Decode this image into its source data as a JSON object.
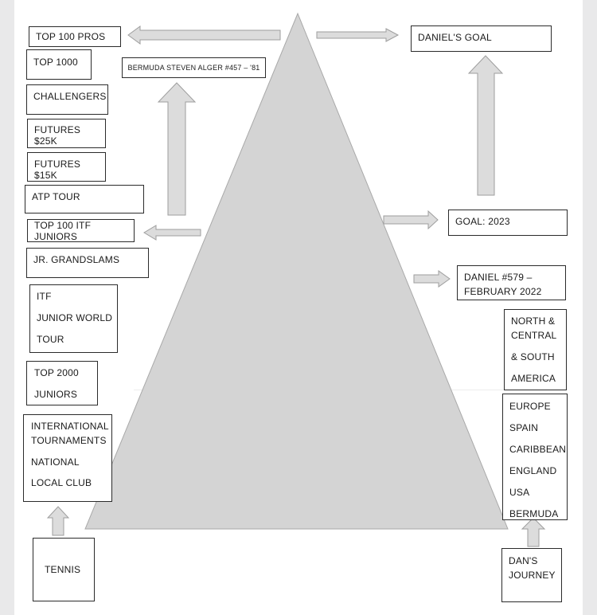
{
  "left_column": {
    "top100pros": "TOP 100 PROS",
    "top1000": "TOP 1000",
    "challengers": "CHALLENGERS",
    "futures25k": "FUTURES $25K",
    "futures15k": "FUTURES $15K",
    "atp_tour": "ATP TOUR",
    "top100_itf_juniors": "TOP 100 ITF JUNIORS",
    "jr_grandslams": "JR. GRANDSLAMS",
    "itf_junior_world_tour": [
      "ITF",
      "JUNIOR WORLD",
      "TOUR"
    ],
    "top2000_juniors": [
      "TOP 2000",
      "JUNIORS"
    ],
    "tournaments": [
      "INTERNATIONAL",
      "TOURNAMENTS",
      "NATIONAL",
      "LOCAL CLUB"
    ],
    "tennis": "TENNIS"
  },
  "center": {
    "bermuda_label": "BERMUDA  STEVEN ALGER #457 – '81"
  },
  "right_column": {
    "daniels_goal": "DANIEL'S GOAL",
    "goal_year": "GOAL: 2023",
    "daniel_rank": [
      "DANIEL #579 –",
      "FEBRUARY 2022"
    ],
    "americas": [
      "NORTH &",
      "CENTRAL",
      "& SOUTH",
      "AMERICA"
    ],
    "regions": [
      "EUROPE",
      "SPAIN",
      "CARIBBEAN",
      "ENGLAND",
      "USA",
      "BERMUDA"
    ],
    "dans_journey": [
      "DAN'S",
      "JOURNEY"
    ]
  },
  "colors": {
    "pyramid_fill": "#d4d4d4",
    "pyramid_stroke": "#a9a9a9",
    "arrow_fill": "#dcdcdc",
    "arrow_stroke": "#9e9e9e",
    "box_border": "#2b2b2b"
  }
}
